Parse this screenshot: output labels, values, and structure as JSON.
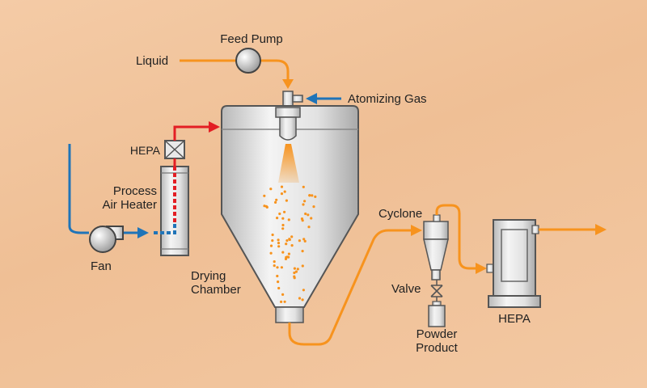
{
  "labels": {
    "feed_pump": "Feed Pump",
    "liquid": "Liquid",
    "atomizing_gas": "Atomizing Gas",
    "hepa_inlet": "HEPA",
    "process_air_heater_1": "Process",
    "process_air_heater_2": "Air Heater",
    "fan": "Fan",
    "drying_chamber_1": "Drying",
    "drying_chamber_2": "Chamber",
    "cyclone": "Cyclone",
    "valve": "Valve",
    "powder_product_1": "Powder",
    "powder_product_2": "Product",
    "hepa_outlet": "HEPA"
  },
  "colors": {
    "liquid_line": "#f7931e",
    "gas_line": "#1f74b8",
    "hot_air_line": "#e31e24",
    "equipment_fill": "#e9e9e9",
    "outline": "#555555"
  }
}
